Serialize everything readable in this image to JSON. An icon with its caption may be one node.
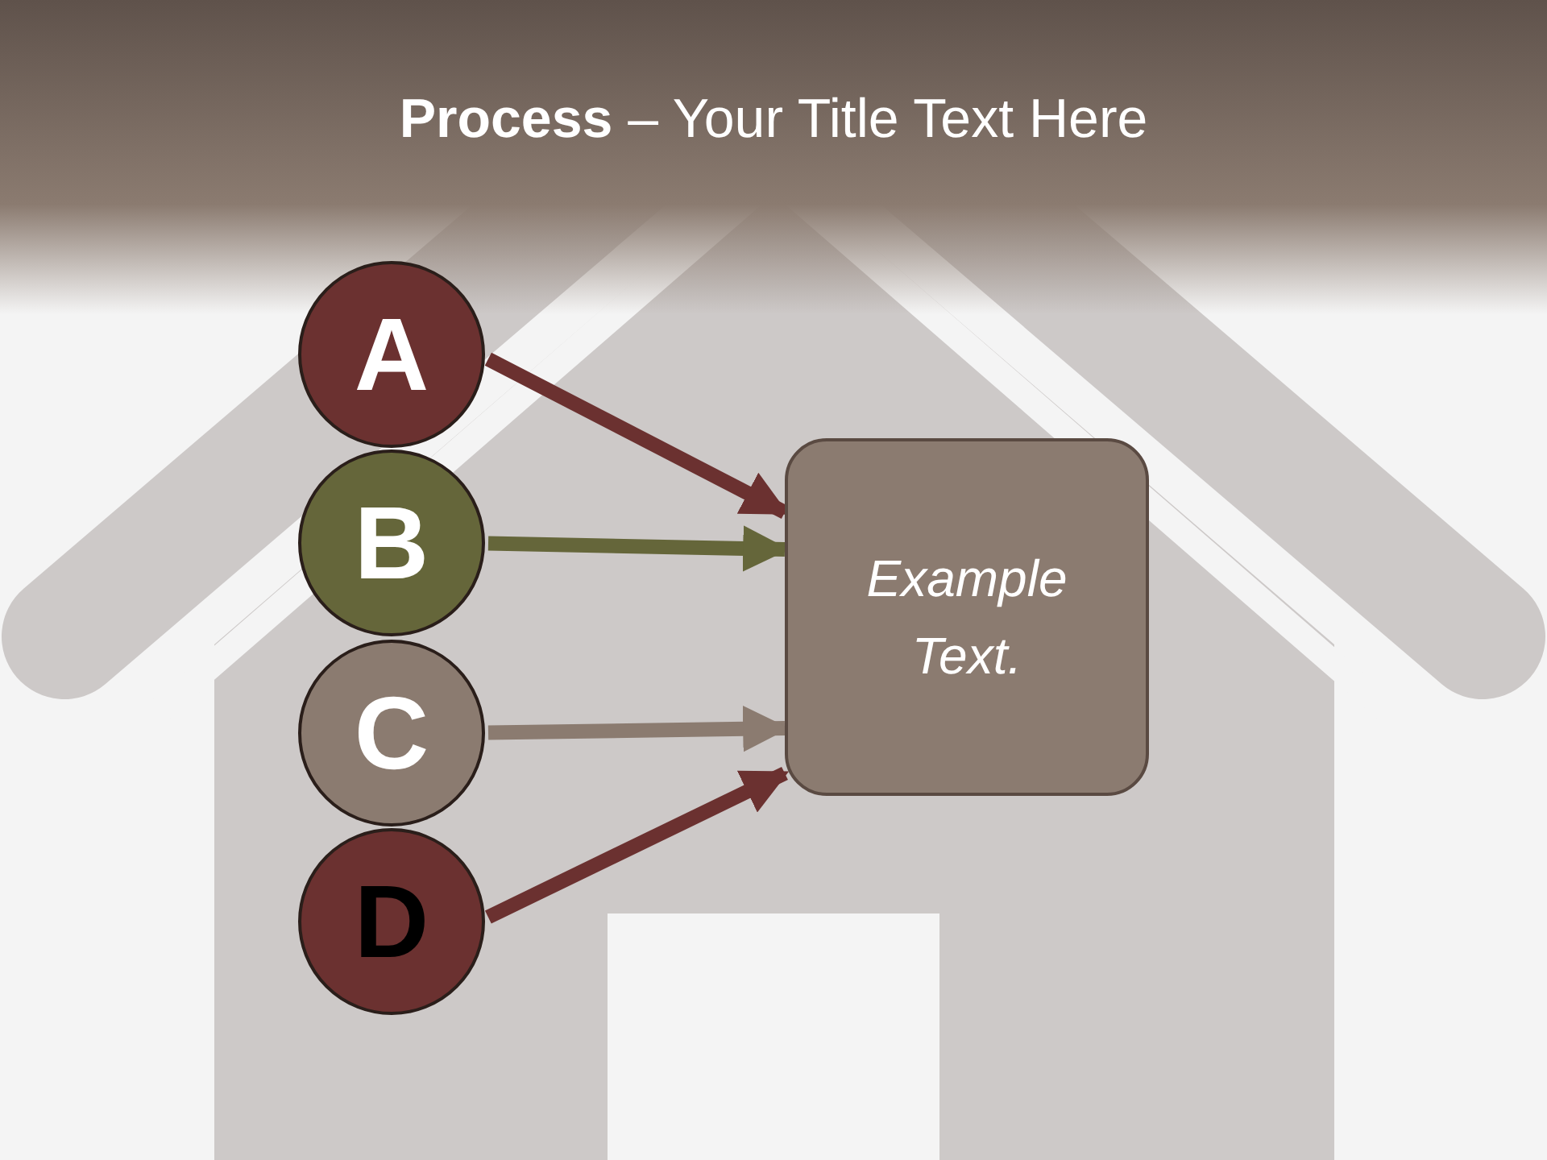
{
  "diagram": {
    "title": "**Process** – Your Title Text Here",
    "nodes": [
      {
        "text": [
          "A"
        ]
      },
      {
        "text": [
          "B"
        ]
      },
      {
        "text": [
          "C"
        ]
      },
      {
        "text": [
          "D"
        ]
      },
      {
        "text": [
          "Example Text."
        ]
      }
    ],
    "edges": [
      {
        "from": 0,
        "to": 4,
        "arrow": "to",
        "color": "#6b3130"
      },
      {
        "from": 1,
        "to": 4,
        "arrow": "to",
        "color": "#65663a"
      },
      {
        "from": 2,
        "to": 4,
        "arrow": "to",
        "color": "#8b7b70"
      },
      {
        "from": 3,
        "to": 4,
        "arrow": "to",
        "color": "#6b3130"
      }
    ]
  }
}
